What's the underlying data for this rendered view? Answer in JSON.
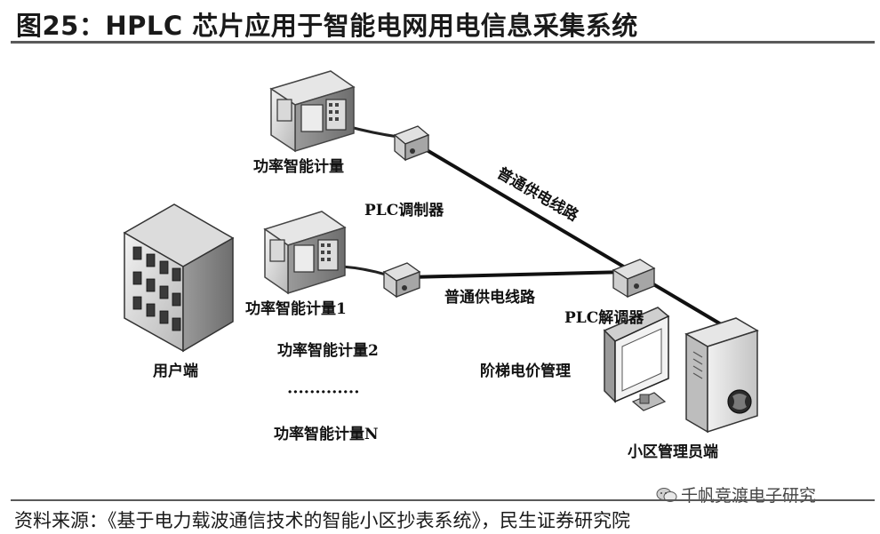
{
  "figure": {
    "title": "图25：HPLC 芯片应用于智能电网用电信息采集系统",
    "source": "资料来源：《基于电力载波通信技术的智能小区抄表系统》，民生证券研究院",
    "watermark": "千帆竞渡电子研究"
  },
  "diagram": {
    "labels": {
      "meter_top": "功率智能计量",
      "modulator": "PLC调制器",
      "line_diagonal": "普通供电线路",
      "meter_1": "功率智能计量1",
      "line_middle": "普通供电线路",
      "demodulator": "PLC解调器",
      "user_end": "用户端",
      "meter_2": "功率智能计量2",
      "ellipsis": "·············",
      "meter_n": "功率智能计量N",
      "tiered_pricing": "阶梯电价管理",
      "admin_end": "小区管理员端"
    }
  }
}
